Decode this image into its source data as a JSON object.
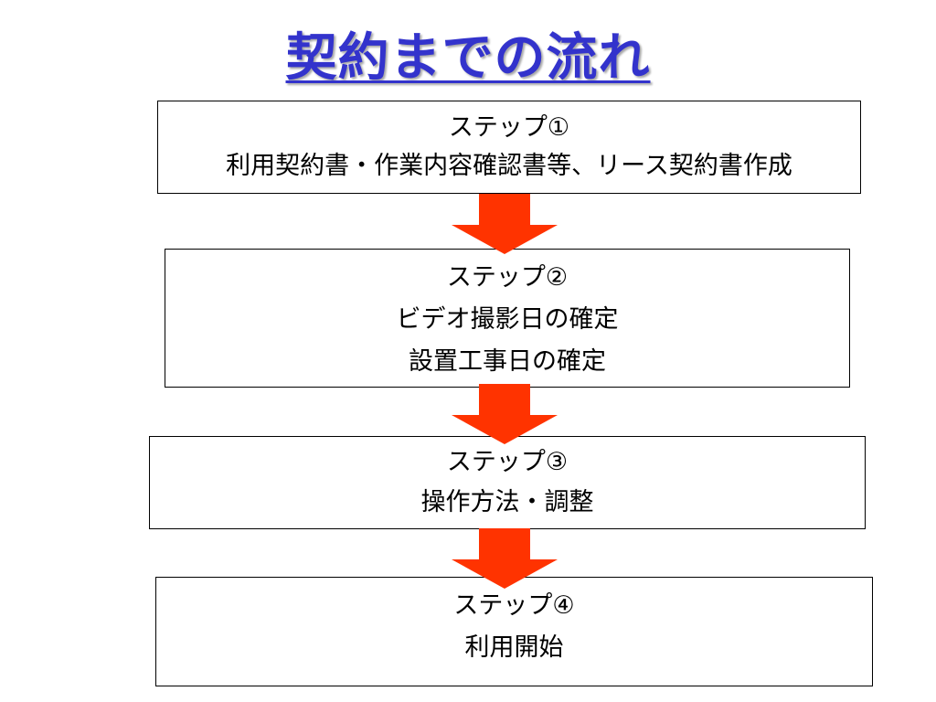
{
  "title": "契約までの流れ",
  "colors": {
    "title": "#3333cc",
    "arrow": "#ff3300",
    "border": "#000000"
  },
  "steps": [
    {
      "heading": "ステップ①",
      "lines": [
        "利用契約書・作業内容確認書等、リース契約書作成"
      ]
    },
    {
      "heading": "ステップ②",
      "lines": [
        "ビデオ撮影日の確定",
        "設置工事日の確定"
      ]
    },
    {
      "heading": "ステップ③",
      "lines": [
        "操作方法・調整"
      ]
    },
    {
      "heading": "ステップ④",
      "lines": [
        "利用開始"
      ]
    }
  ]
}
